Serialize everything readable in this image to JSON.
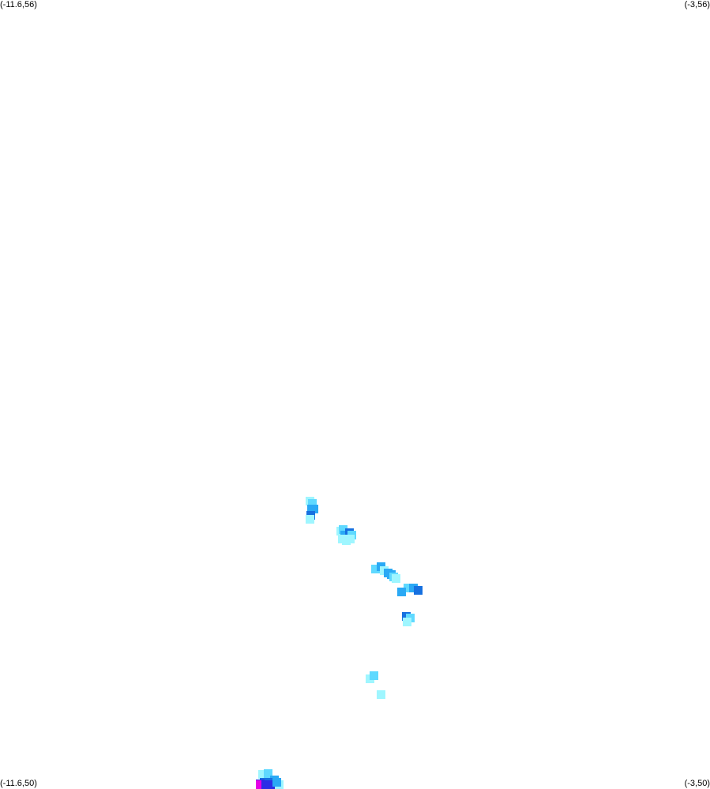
{
  "corners": {
    "top_left": "(-11.6,56)",
    "top_right": "(-3,56)",
    "bottom_left": "(-11.6,50)",
    "bottom_right": "(-3,50)"
  },
  "extent": {
    "lon_min": -11.6,
    "lon_max": -3,
    "lat_min": 50,
    "lat_max": 56
  },
  "legend_colors": {
    "very_light": "#9ff6ff",
    "light": "#5fd9ff",
    "moderate": "#2aa9f5",
    "heavy": "#1670e0",
    "very_heavy": "#2d2de6",
    "extreme": "#e600e6"
  },
  "radar_cells": [
    {
      "lon": -7.85,
      "lat": 52.19,
      "level": "very_light"
    },
    {
      "lon": -7.82,
      "lat": 52.17,
      "level": "light"
    },
    {
      "lon": -7.83,
      "lat": 52.13,
      "level": "moderate"
    },
    {
      "lon": -7.8,
      "lat": 52.13,
      "level": "moderate"
    },
    {
      "lon": -7.84,
      "lat": 52.08,
      "level": "heavy"
    },
    {
      "lon": -7.85,
      "lat": 52.05,
      "level": "very_light"
    },
    {
      "lon": -7.47,
      "lat": 51.96,
      "level": "very_light"
    },
    {
      "lon": -7.44,
      "lat": 51.97,
      "level": "light"
    },
    {
      "lon": -7.42,
      "lat": 51.93,
      "level": "moderate"
    },
    {
      "lon": -7.37,
      "lat": 51.95,
      "level": "heavy"
    },
    {
      "lon": -7.34,
      "lat": 51.93,
      "level": "light"
    },
    {
      "lon": -7.45,
      "lat": 51.9,
      "level": "very_light"
    },
    {
      "lon": -7.41,
      "lat": 51.89,
      "level": "very_light"
    },
    {
      "lon": -7.36,
      "lat": 51.9,
      "level": "very_light"
    },
    {
      "lon": -7.05,
      "lat": 51.67,
      "level": "light"
    },
    {
      "lon": -6.98,
      "lat": 51.69,
      "level": "moderate"
    },
    {
      "lon": -6.95,
      "lat": 51.66,
      "level": "very_light"
    },
    {
      "lon": -6.9,
      "lat": 51.64,
      "level": "moderate"
    },
    {
      "lon": -6.86,
      "lat": 51.63,
      "level": "moderate"
    },
    {
      "lon": -6.83,
      "lat": 51.61,
      "level": "light"
    },
    {
      "lon": -6.8,
      "lat": 51.6,
      "level": "very_light"
    },
    {
      "lon": -6.66,
      "lat": 51.53,
      "level": "light"
    },
    {
      "lon": -6.59,
      "lat": 51.53,
      "level": "moderate"
    },
    {
      "lon": -6.53,
      "lat": 51.51,
      "level": "heavy"
    },
    {
      "lon": -6.74,
      "lat": 51.5,
      "level": "moderate"
    },
    {
      "lon": -6.68,
      "lat": 51.31,
      "level": "heavy"
    },
    {
      "lon": -6.63,
      "lat": 51.3,
      "level": "light"
    },
    {
      "lon": -6.67,
      "lat": 51.27,
      "level": "very_light"
    },
    {
      "lon": -7.12,
      "lat": 50.84,
      "level": "very_light"
    },
    {
      "lon": -7.07,
      "lat": 50.86,
      "level": "light"
    },
    {
      "lon": -6.98,
      "lat": 50.72,
      "level": "very_light"
    },
    {
      "lon": -8.42,
      "lat": 50.11,
      "level": "very_light"
    },
    {
      "lon": -8.35,
      "lat": 50.12,
      "level": "light"
    },
    {
      "lon": -8.28,
      "lat": 50.07,
      "level": "moderate"
    },
    {
      "lon": -8.33,
      "lat": 50.05,
      "level": "heavy"
    },
    {
      "lon": -8.4,
      "lat": 50.05,
      "level": "heavy"
    },
    {
      "lon": -8.45,
      "lat": 50.04,
      "level": "very_heavy"
    },
    {
      "lon": -8.45,
      "lat": 50.02,
      "level": "extreme"
    },
    {
      "lon": -8.38,
      "lat": 50.02,
      "level": "very_heavy"
    },
    {
      "lon": -8.3,
      "lat": 50.02,
      "level": "very_heavy"
    },
    {
      "lon": -8.22,
      "lat": 50.02,
      "level": "very_light"
    },
    {
      "lon": -8.25,
      "lat": 50.05,
      "level": "moderate"
    }
  ]
}
